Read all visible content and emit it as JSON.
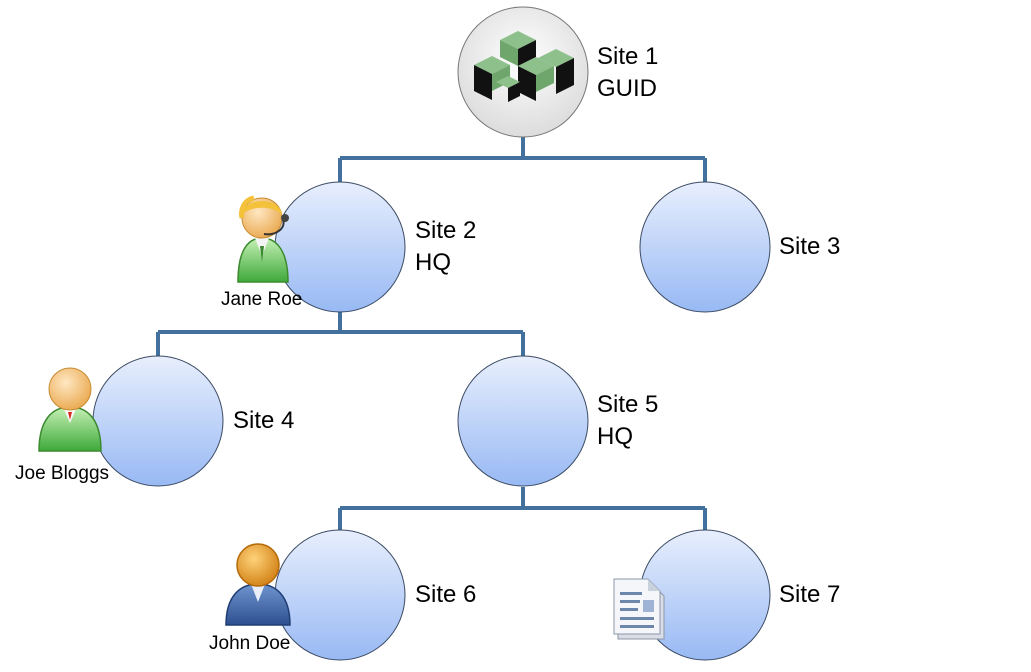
{
  "nodes": [
    {
      "id": "site-1",
      "line1": "Site 1",
      "line2": "GUID"
    },
    {
      "id": "site-2",
      "line1": "Site 2",
      "line2": "HQ",
      "person": "Jane Roe"
    },
    {
      "id": "site-3",
      "line1": "Site 3",
      "line2": ""
    },
    {
      "id": "site-4",
      "line1": "Site 4",
      "line2": "",
      "person": "Joe Bloggs"
    },
    {
      "id": "site-5",
      "line1": "Site 5",
      "line2": "HQ"
    },
    {
      "id": "site-6",
      "line1": "Site 6",
      "line2": "",
      "person": "John Doe"
    },
    {
      "id": "site-7",
      "line1": "Site 7",
      "line2": ""
    }
  ],
  "colors": {
    "connector": "#41719C",
    "node_fill_top": "#e6eefc",
    "node_fill_bottom": "#99bbf5",
    "root_fill": "#efefef",
    "logo_green": "#8dc08a",
    "logo_black": "#111111"
  },
  "icons": {
    "root": "generic-network-logo-icon",
    "site-2": "headset-user-icon",
    "site-4": "user-green-icon",
    "site-6": "user-blue-icon",
    "site-7": "document-icon"
  }
}
